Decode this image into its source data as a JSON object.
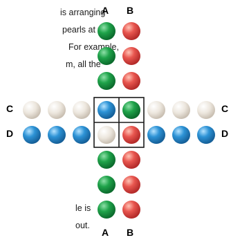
{
  "text_fragments": [
    "is arranging",
    "pearls at the",
    "For example,",
    "m, all the",
    "le is",
    "out."
  ],
  "labels": {
    "col_a_top": "A",
    "col_b_top": "B",
    "col_a_bottom": "A",
    "col_b_bottom": "B",
    "row_c_left": "C",
    "row_c_right": "C",
    "row_d_left": "D",
    "row_d_right": "D"
  },
  "pearl_grid": {
    "columns": {
      "A": [
        "green",
        "green",
        "green",
        "green",
        "green",
        "green"
      ],
      "B": [
        "red",
        "red",
        "red",
        "red",
        "red",
        "red"
      ]
    },
    "rows": {
      "C": [
        "white",
        "white",
        "white",
        "white",
        "white",
        "white"
      ],
      "D": [
        "blue",
        "blue",
        "blue",
        "blue",
        "blue",
        "blue"
      ]
    },
    "intersections": {
      "A-C": "blue",
      "B-C": "green",
      "A-D": "white",
      "B-D": "red"
    }
  },
  "colors": {
    "green": "#1fa34a",
    "red": "#e8564f",
    "white": "#ece6dd",
    "blue": "#2d93d6",
    "grid_line": "#1a1a1a"
  }
}
